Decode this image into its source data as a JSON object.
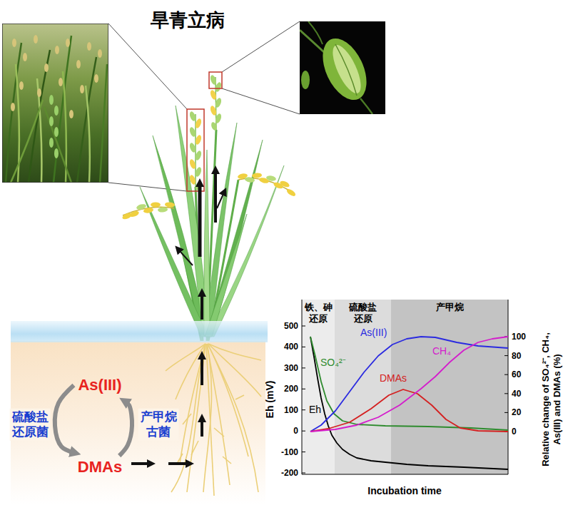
{
  "diagram": {
    "title": "旱青立病",
    "nodes": [
      {
        "text": [
          "As(III)"
        ]
      },
      {
        "text": [
          "DMAs"
        ]
      },
      {
        "text": [
          "铁、砷还原"
        ]
      },
      {
        "text": [
          "硫酸盐还原"
        ]
      },
      {
        "text": [
          "产甲烷"
        ]
      }
    ],
    "edges": [
      {
        "from": 0,
        "to": 1,
        "label": "硫酸盐还原菌",
        "arrow": "to"
      },
      {
        "from": 1,
        "to": 0,
        "label": "产甲烷古菌",
        "arrow": "to"
      }
    ],
    "labels": [
      "500",
      "400",
      "300",
      "200",
      "100",
      "0",
      "-100",
      "-200",
      "Eh (mV)",
      "100",
      "80",
      "60",
      "40",
      "20",
      "0",
      "Relative change of SO₄²⁻, CH₄, As(III) and DMAs (%)",
      "As(III)",
      "SO₄²⁻",
      "Eh",
      "DMAs",
      "CH₄",
      "Incubation time"
    ]
  }
}
